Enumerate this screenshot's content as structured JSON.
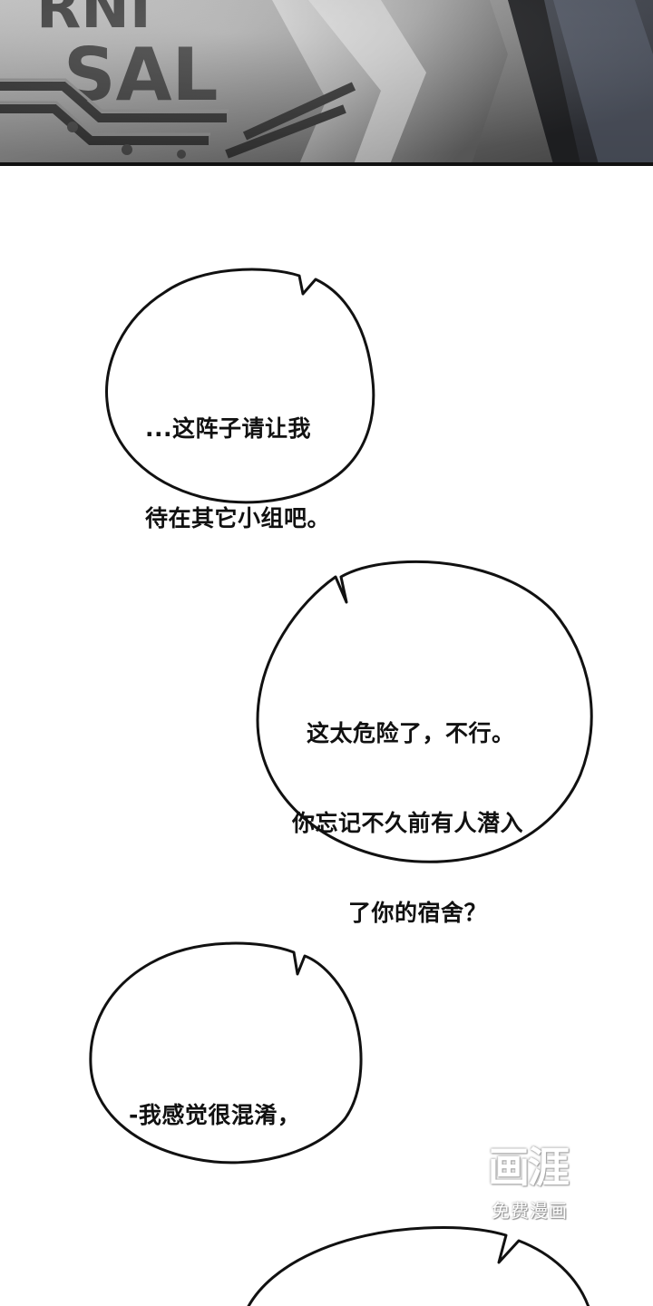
{
  "panel": {
    "shirt_print": [
      "RNI",
      "SAL"
    ]
  },
  "bubbles": [
    {
      "lines": [
        "...这阵子请让我",
        "待在其它小组吧。"
      ]
    },
    {
      "lines": [
        "这太危险了，不行。",
        "你忘记不久前有人潜入",
        "了你的宿舍？"
      ]
    },
    {
      "lines": [
        "-我感觉很混淆，"
      ]
    },
    {
      "lines": []
    }
  ],
  "watermark": {
    "logo": "画涯",
    "subtitle": "免费漫画"
  },
  "colors": {
    "page_background": "#ffffff",
    "ink": "#111111",
    "panel_dark": "#2b2b2b"
  }
}
